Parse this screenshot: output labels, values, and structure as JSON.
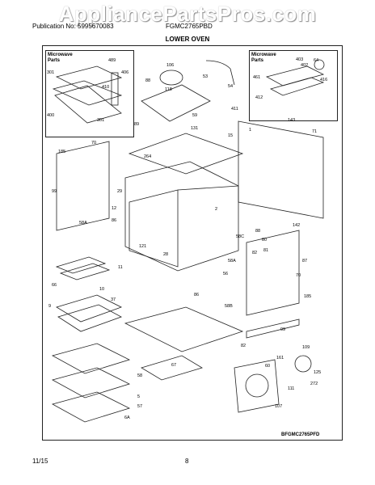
{
  "watermark": "AppliancePartsPros.com",
  "header": {
    "publication": "Publication No: 5995670083",
    "model": "FGMC2765PBD",
    "section_title": "LOWER OVEN"
  },
  "inset_left": {
    "label_line1": "Microwave",
    "label_line2": "Parts"
  },
  "inset_right": {
    "label_line1": "Microwave",
    "label_line2": "Parts"
  },
  "callouts": [
    "489",
    "301",
    "406",
    "410",
    "400",
    "301",
    "106",
    "88",
    "118",
    "54",
    "53",
    "403",
    "402",
    "461",
    "64",
    "416",
    "411",
    "412",
    "59",
    "89",
    "131",
    "15",
    "1",
    "143",
    "71",
    "185",
    "70",
    "264",
    "99",
    "29",
    "12",
    "86",
    "58A",
    "2",
    "121",
    "11",
    "88",
    "80",
    "81",
    "142",
    "82",
    "87",
    "28",
    "58C",
    "58A",
    "56",
    "70",
    "66",
    "10",
    "37",
    "9",
    "58B",
    "86",
    "185",
    "99",
    "82",
    "109",
    "161",
    "60",
    "125",
    "272",
    "111",
    "67",
    "58",
    "5",
    "57",
    "107",
    "6A"
  ],
  "diagram_code": "BFGMC2765PFD",
  "footer": {
    "date": "11/15",
    "page": "8"
  },
  "colors": {
    "line": "#222222",
    "watermark_shadow": "#888888"
  }
}
